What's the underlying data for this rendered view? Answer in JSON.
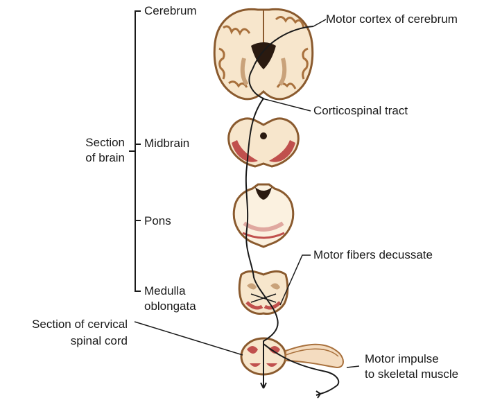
{
  "labels": {
    "cerebrum": "Cerebrum",
    "motor_cortex": "Motor cortex of cerebrum",
    "corticospinal_tract": "Corticospinal tract",
    "section_of_brain_line1": "Section",
    "section_of_brain_line2": "of brain",
    "midbrain": "Midbrain",
    "pons": "Pons",
    "motor_fibers_decussate": "Motor fibers decussate",
    "medulla_line1": "Medulla",
    "medulla_line2": "oblongata",
    "cervical_line1": "Section of cervical",
    "cervical_line2": "spinal cord",
    "impulse_line1": "Motor impulse",
    "impulse_line2": "to skeletal muscle"
  },
  "colors": {
    "tissue": "#f7e6cc",
    "tissue_edge": "#8a5a2e",
    "gray_matter": "#c9a27a",
    "red_tract": "#c0504d",
    "pathway": "#1a1a1a"
  }
}
